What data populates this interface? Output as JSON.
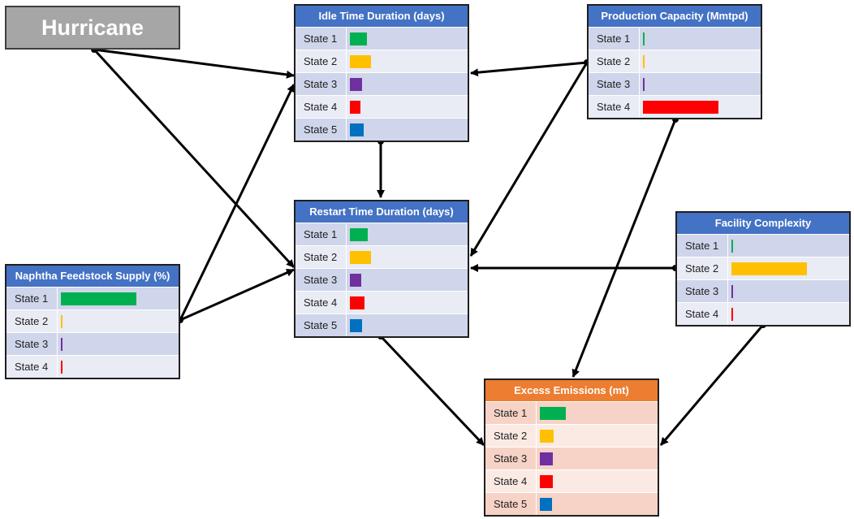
{
  "colors": {
    "blue_header": "#4472c4",
    "orange_header": "#ed7d31",
    "row_blue_a": "#cfd5ea",
    "row_blue_b": "#e9ebf5",
    "row_orange_a": "#f6d3c6",
    "row_orange_b": "#fbeae4",
    "state_colors": [
      "#00b050",
      "#ffc000",
      "#7030a0",
      "#ff0000",
      "#0070c0"
    ]
  },
  "hurricane": {
    "label": "Hurricane"
  },
  "nodes": {
    "idle": {
      "title": "Idle Time Duration (days)",
      "states": [
        {
          "label": "State 1",
          "probability": 0.22
        },
        {
          "label": "State 2",
          "probability": 0.27
        },
        {
          "label": "State 3",
          "probability": 0.16
        },
        {
          "label": "State 4",
          "probability": 0.14
        },
        {
          "label": "State 5",
          "probability": 0.18
        }
      ]
    },
    "production": {
      "title": "Production Capacity (Mmtpd)",
      "states": [
        {
          "label": "State 1",
          "probability": 0.01
        },
        {
          "label": "State 2",
          "probability": 0.01
        },
        {
          "label": "State 3",
          "probability": 0.01
        },
        {
          "label": "State 4",
          "probability": 0.97
        }
      ]
    },
    "restart": {
      "title": "Restart Time Duration (days)",
      "states": [
        {
          "label": "State 1",
          "probability": 0.23
        },
        {
          "label": "State 2",
          "probability": 0.27
        },
        {
          "label": "State 3",
          "probability": 0.15
        },
        {
          "label": "State 4",
          "probability": 0.19
        },
        {
          "label": "State 5",
          "probability": 0.16
        }
      ]
    },
    "facility": {
      "title": "Facility Complexity",
      "states": [
        {
          "label": "State 1",
          "probability": 0.01
        },
        {
          "label": "State 2",
          "probability": 0.97
        },
        {
          "label": "State 3",
          "probability": 0.01
        },
        {
          "label": "State 4",
          "probability": 0.01
        }
      ]
    },
    "naphtha": {
      "title": "Naphtha Feedstock Supply (%)",
      "states": [
        {
          "label": "State 1",
          "probability": 0.97
        },
        {
          "label": "State 2",
          "probability": 0.01
        },
        {
          "label": "State 3",
          "probability": 0.01
        },
        {
          "label": "State 4",
          "probability": 0.01
        }
      ]
    },
    "emissions": {
      "title": "Excess Emissions (mt)",
      "states": [
        {
          "label": "State 1",
          "probability": 0.33
        },
        {
          "label": "State 2",
          "probability": 0.18
        },
        {
          "label": "State 3",
          "probability": 0.17
        },
        {
          "label": "State 4",
          "probability": 0.17
        },
        {
          "label": "State 5",
          "probability": 0.16
        }
      ]
    }
  },
  "edges": [
    {
      "from": "Hurricane",
      "to": "Idle Time Duration (days)"
    },
    {
      "from": "Hurricane",
      "to": "Restart Time Duration (days)"
    },
    {
      "from": "Naphtha Feedstock Supply (%)",
      "to": "Idle Time Duration (days)"
    },
    {
      "from": "Naphtha Feedstock Supply (%)",
      "to": "Restart Time Duration (days)"
    },
    {
      "from": "Production Capacity (Mmtpd)",
      "to": "Idle Time Duration (days)"
    },
    {
      "from": "Production Capacity (Mmtpd)",
      "to": "Restart Time Duration (days)"
    },
    {
      "from": "Production Capacity (Mmtpd)",
      "to": "Excess Emissions (mt)"
    },
    {
      "from": "Idle Time Duration (days)",
      "to": "Restart Time Duration (days)"
    },
    {
      "from": "Facility Complexity",
      "to": "Restart Time Duration (days)"
    },
    {
      "from": "Facility Complexity",
      "to": "Excess Emissions (mt)"
    },
    {
      "from": "Restart Time Duration (days)",
      "to": "Excess Emissions (mt)"
    }
  ]
}
